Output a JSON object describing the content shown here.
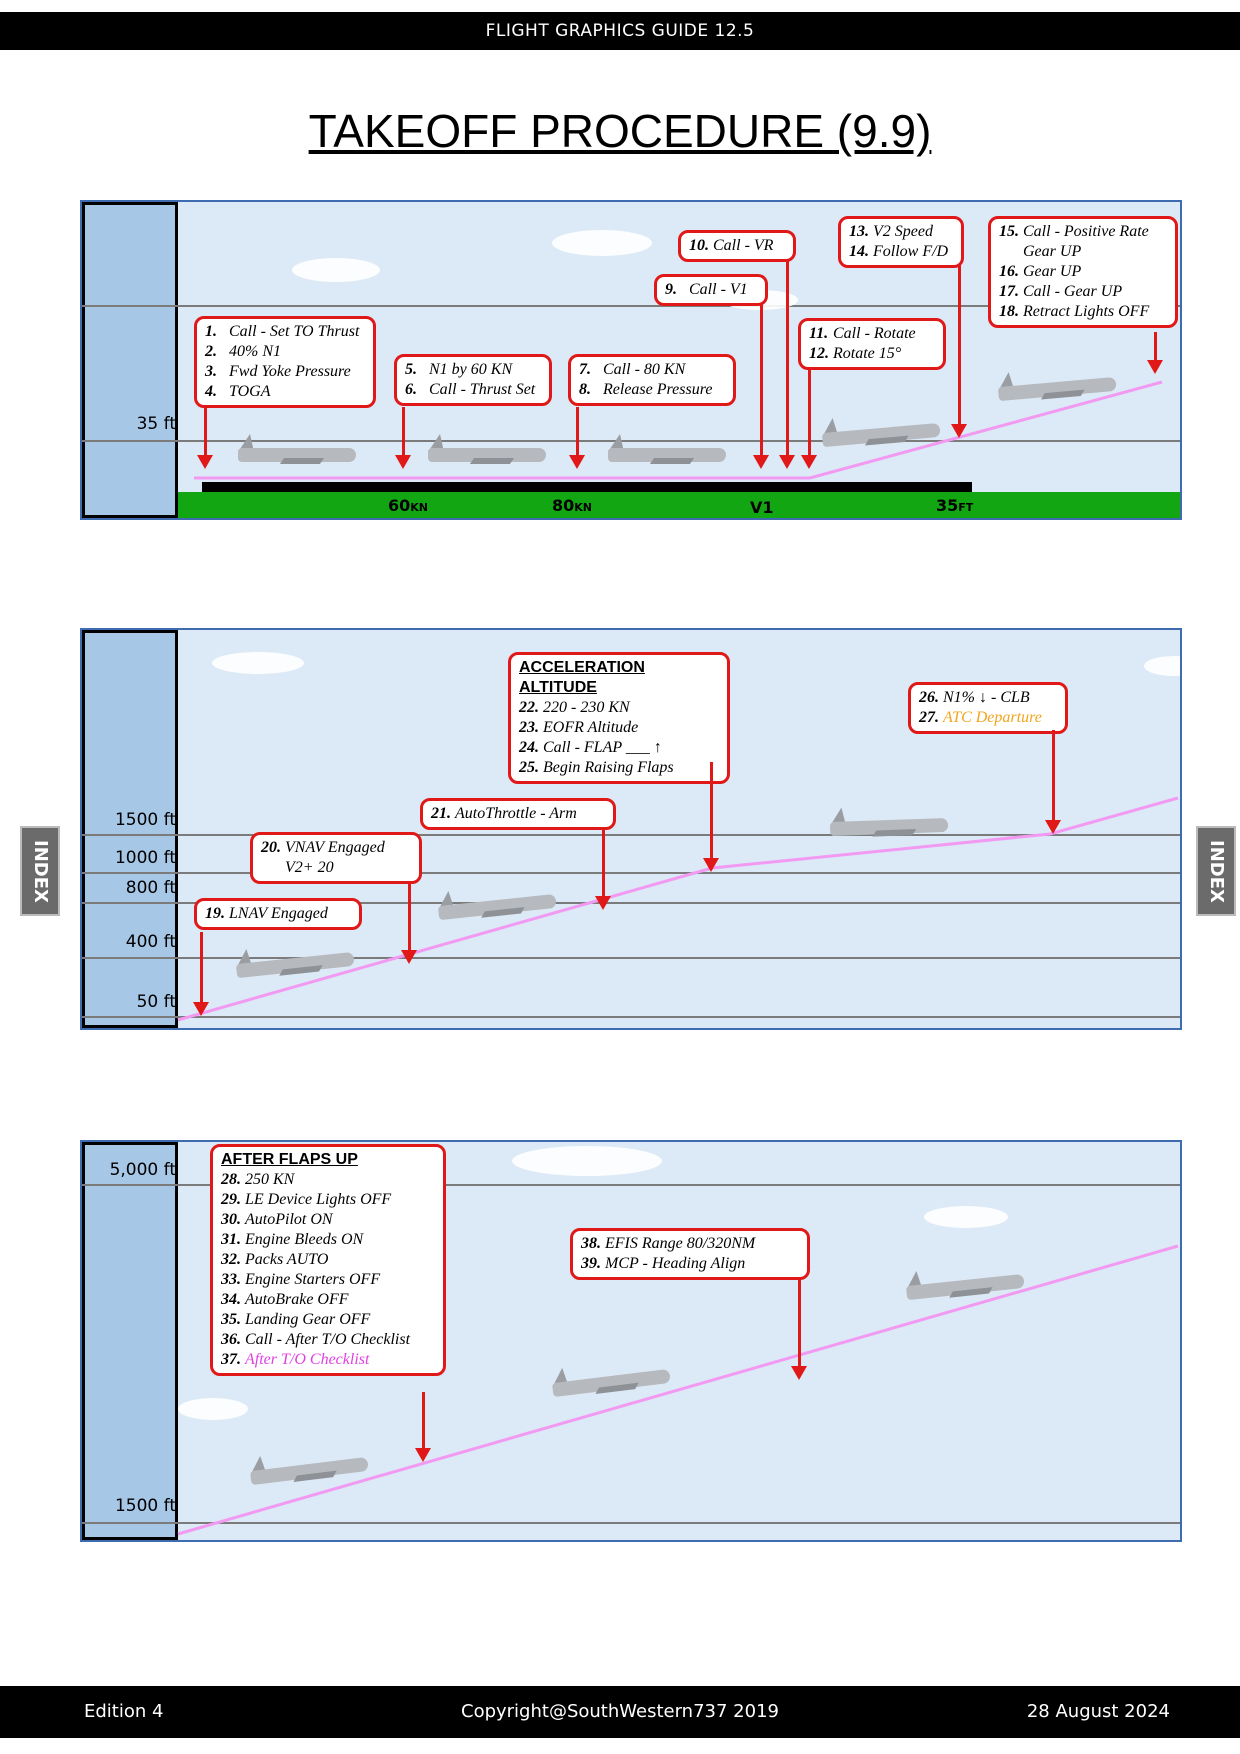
{
  "header": "FLIGHT GRAPHICS  GUIDE  12.5",
  "title": "TAKEOFF PROCEDURE (9.9)",
  "index_label": "INDEX",
  "footer": {
    "left": "Edition 4",
    "center": "Copyright@SouthWestern737 2019",
    "right": "28 August 2024"
  },
  "panel1": {
    "alt_label": "35 ft",
    "runway_labels": [
      {
        "main": "60",
        "unit": "KN"
      },
      {
        "main": "80",
        "unit": "KN"
      },
      {
        "main": "V1",
        "unit": ""
      },
      {
        "main": "35",
        "unit": "FT"
      }
    ],
    "boxes": [
      {
        "items": [
          {
            "n": "1.",
            "t": "Call - Set TO Thrust"
          },
          {
            "n": "2.",
            "t": "40% N1"
          },
          {
            "n": "3.",
            "t": "Fwd Yoke Pressure"
          },
          {
            "n": "4.",
            "t": "TOGA"
          }
        ]
      },
      {
        "items": [
          {
            "n": "5.",
            "t": "N1 by 60 KN"
          },
          {
            "n": "6.",
            "t": "Call - Thrust Set"
          }
        ]
      },
      {
        "items": [
          {
            "n": "7.",
            "t": "Call - 80 KN"
          },
          {
            "n": "8.",
            "t": "Release Pressure"
          }
        ]
      },
      {
        "items": [
          {
            "n": "9.",
            "t": "Call - V1"
          }
        ]
      },
      {
        "items": [
          {
            "n": "10.",
            "t": "Call - VR"
          }
        ]
      },
      {
        "items": [
          {
            "n": "11.",
            "t": "Call - Rotate"
          },
          {
            "n": "12.",
            "t": "Rotate 15°"
          }
        ]
      },
      {
        "items": [
          {
            "n": "13.",
            "t": "V2 Speed"
          },
          {
            "n": "14.",
            "t": "Follow F/D"
          }
        ]
      },
      {
        "items": [
          {
            "n": "15.",
            "t": "Call - Positive Rate"
          },
          {
            "n": "",
            "t": "Gear UP"
          },
          {
            "n": "16.",
            "t": "Gear UP"
          },
          {
            "n": "17.",
            "t": "Call - Gear UP"
          },
          {
            "n": "18.",
            "t": "Retract Lights OFF"
          }
        ]
      }
    ]
  },
  "panel2": {
    "alt_labels": [
      "1500 ft",
      "1000 ft",
      "800 ft",
      "400 ft",
      "50 ft"
    ],
    "boxes": [
      {
        "items": [
          {
            "n": "19.",
            "t": "LNAV Engaged"
          }
        ]
      },
      {
        "items": [
          {
            "n": "20.",
            "t": "VNAV Engaged"
          },
          {
            "n": "",
            "t": "V2+ 20"
          }
        ]
      },
      {
        "items": [
          {
            "n": "21.",
            "t": "AutoThrottle - Arm"
          }
        ]
      },
      {
        "heading": "ACCELERATION ALTITUDE",
        "items": [
          {
            "n": "22.",
            "t": "220 - 230 KN"
          },
          {
            "n": "23.",
            "t": "EOFR Altitude"
          },
          {
            "n": "24.",
            "t": "Call - FLAP ___ ↑"
          },
          {
            "n": "25.",
            "t": "Begin Raising Flaps"
          }
        ]
      },
      {
        "items": [
          {
            "n": "26.",
            "t": "N1% ↓ - CLB"
          },
          {
            "n": "27.",
            "t": "ATC Departure",
            "color": "#f2a51c"
          }
        ]
      }
    ]
  },
  "panel3": {
    "alt_labels": [
      "5,000 ft",
      "1500 ft"
    ],
    "boxes": [
      {
        "heading": "AFTER FLAPS UP",
        "items": [
          {
            "n": "28.",
            "t": "250 KN"
          },
          {
            "n": "29.",
            "t": "LE Device Lights OFF"
          },
          {
            "n": "30.",
            "t": "AutoPilot ON"
          },
          {
            "n": "31.",
            "t": "Engine Bleeds ON"
          },
          {
            "n": "32.",
            "t": "Packs AUTO"
          },
          {
            "n": "33.",
            "t": "Engine Starters OFF"
          },
          {
            "n": "34.",
            "t": "AutoBrake OFF"
          },
          {
            "n": "35.",
            "t": "Landing Gear OFF"
          },
          {
            "n": "36.",
            "t": "Call - After T/O Checklist"
          },
          {
            "n": "37.",
            "t": "After T/O Checklist",
            "color": "#e040e0"
          }
        ]
      },
      {
        "items": [
          {
            "n": "38.",
            "t": "EFIS Range 80/320NM"
          },
          {
            "n": "39.",
            "t": "MCP - Heading Align"
          }
        ]
      }
    ]
  },
  "colors": {
    "sky": "#dce9f6",
    "alt_column": "#a7c7e7",
    "callout_border": "#e01818",
    "flight_path": "#f29af2",
    "ground": "#12a712"
  }
}
